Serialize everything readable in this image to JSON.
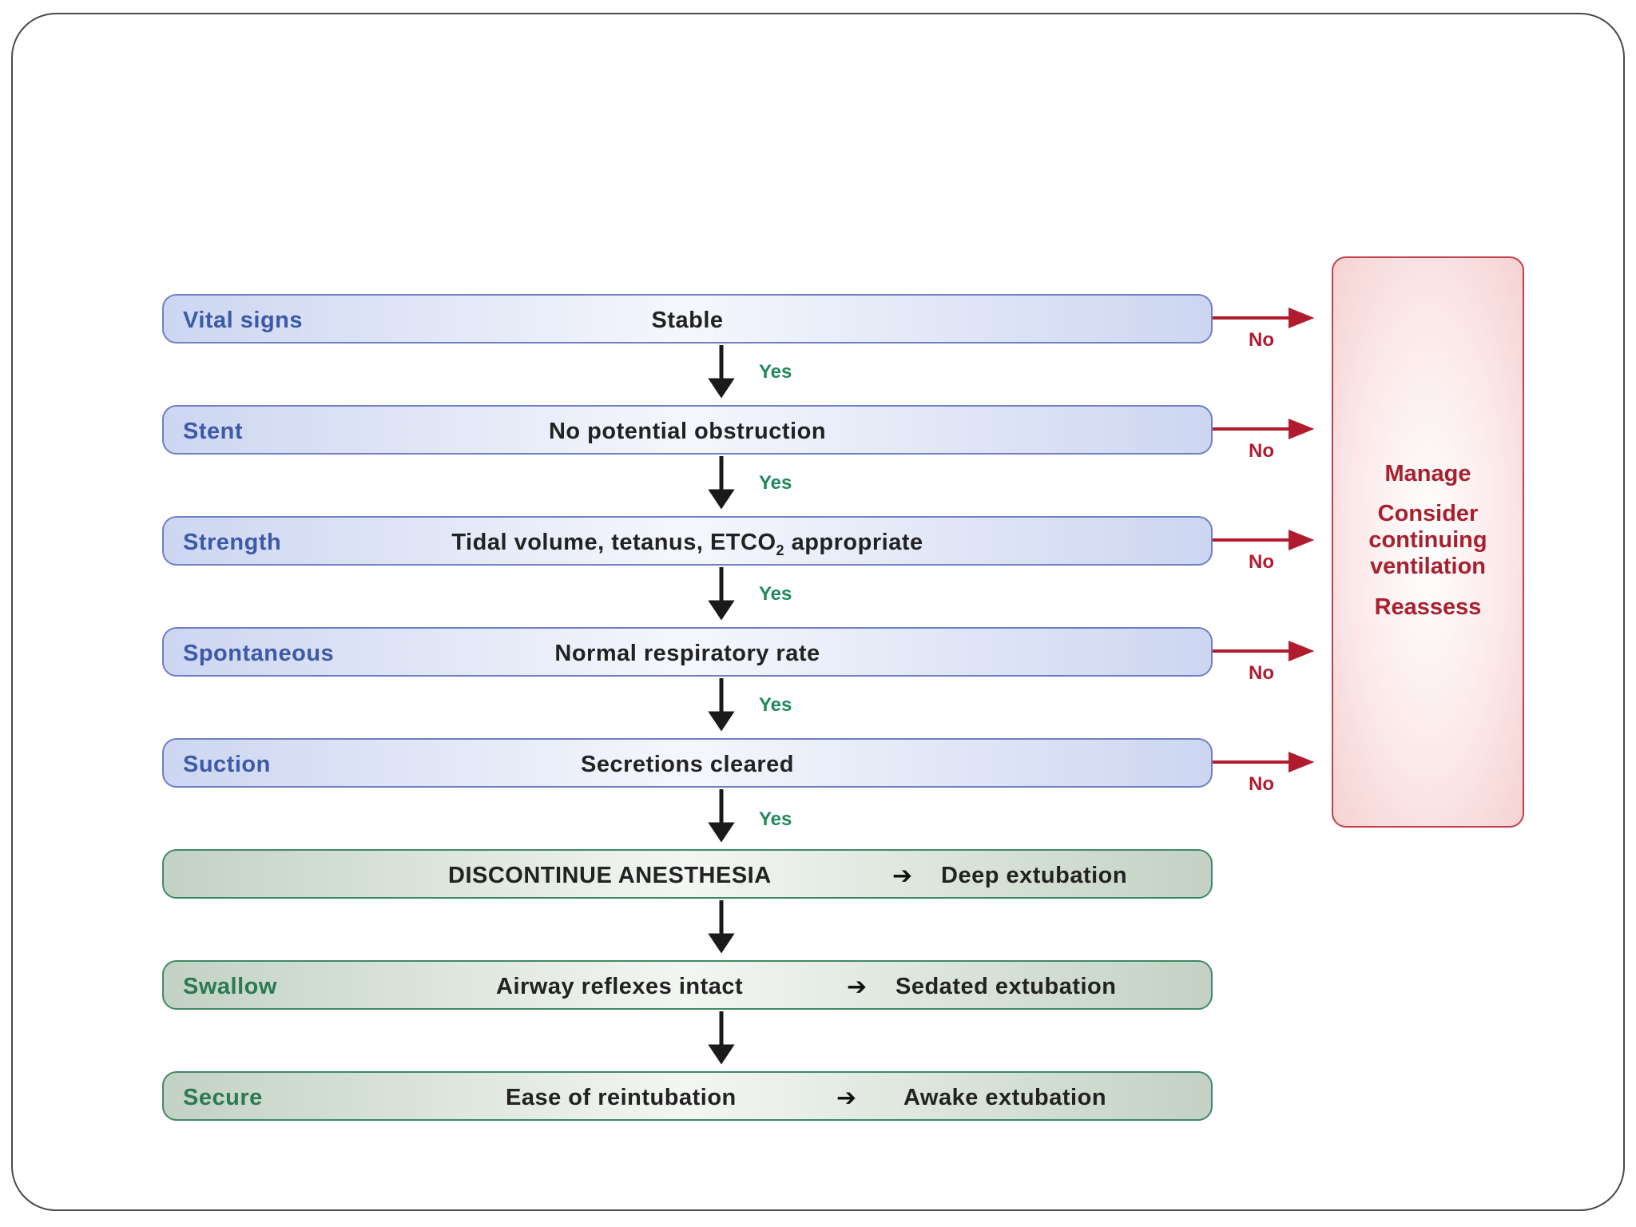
{
  "rows": [
    {
      "label": "Vital signs",
      "text": "Stable"
    },
    {
      "label": "Stent",
      "text": "No potential obstruction"
    },
    {
      "label": "Strength",
      "text_pre": "Tidal volume, tetanus, ETCO",
      "text_sub": "2",
      "text_post": " appropriate"
    },
    {
      "label": "Spontaneous",
      "text": "Normal respiratory rate"
    },
    {
      "label": "Suction",
      "text": "Secretions cleared"
    },
    {
      "label": "",
      "text": "DISCONTINUE ANESTHESIA",
      "outcome": "Deep extubation"
    },
    {
      "label": "Swallow",
      "text": "Airway reflexes intact",
      "outcome": "Sedated extubation"
    },
    {
      "label": "Secure",
      "text": "Ease of reintubation",
      "outcome": "Awake extubation"
    }
  ],
  "yes_label": "Yes",
  "no_label": "No",
  "manage_box": {
    "line1": "Manage",
    "line2": "Consider",
    "line3": "continuing",
    "line4": "ventilation",
    "line5": "Reassess"
  },
  "colors": {
    "blue_border": "#6f7fc4",
    "green_border": "#3f8a66",
    "red": "#b01c2e",
    "yes_green": "#1f8a5a"
  }
}
